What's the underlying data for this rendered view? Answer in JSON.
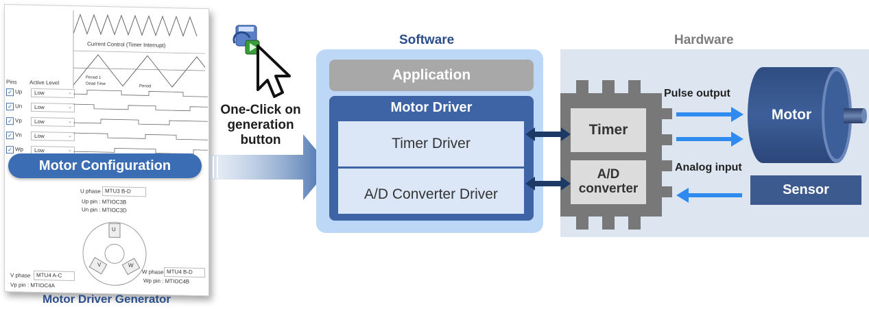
{
  "tool": {
    "caption": "Motor Driver Generator",
    "pill_label": "Motor Configuration",
    "waveform_label": "Current Control (Timer Interrupt)",
    "header_pins": "Pins",
    "header_active_level": "Active Level",
    "period_label": "Period 1",
    "dead_time_label": "Dead Time",
    "period_label_2": "Period",
    "pins": [
      {
        "name": "Up",
        "level": "Low"
      },
      {
        "name": "Un",
        "level": "Low"
      },
      {
        "name": "Vp",
        "level": "Low"
      },
      {
        "name": "Vn",
        "level": "Low"
      },
      {
        "name": "Wp",
        "level": "Low"
      }
    ],
    "u_phase_label": "U phase",
    "u_phase_value": "MTU3 B-D",
    "up_pin": "Up pin :  MTIOC3B",
    "un_pin": "Un pin :  MTIOC3D",
    "v_phase_label": "V phase",
    "v_phase_value": "MTU4 A-C",
    "vp_pin": "Vp pin :  MTIOC4A",
    "w_phase_label": "W phase",
    "w_phase_value": "MTU4 B-D",
    "wp_pin": "Wp pin :  MTIOC4B",
    "coil_u": "U",
    "coil_v": "V",
    "coil_w": "W"
  },
  "action": {
    "line1": "One-Click on",
    "line2": "generation",
    "line3": "button",
    "icon": "generate-code-icon"
  },
  "software": {
    "title": "Software",
    "application": "Application",
    "motor_driver": "Motor Driver",
    "timer_driver": "Timer Driver",
    "ad_driver": "A/D Converter Driver"
  },
  "hardware": {
    "title": "Hardware",
    "timer": "Timer",
    "adc_line1": "A/D",
    "adc_line2": "converter",
    "pulse_output": "Pulse output",
    "analog_input": "Analog input",
    "motor": "Motor",
    "sensor": "Sensor"
  },
  "colors": {
    "brand_blue": "#3e64a6",
    "pill_blue": "#3a6db3",
    "software_bg": "#bcd8f6",
    "driver_box": "#dbe7f7",
    "hardware_bg": "#dde6f0",
    "chip_gray": "#787878",
    "arrow_blue": "#2f8bf0",
    "sensor_blue": "#3c5a8e"
  }
}
